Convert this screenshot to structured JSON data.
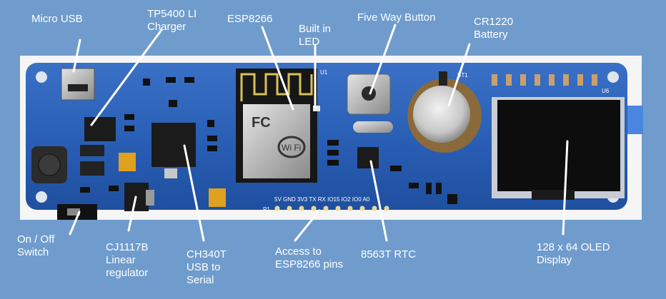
{
  "labels": {
    "micro_usb": "Micro USB",
    "tp5400": "TP5400 LI\nCharger",
    "esp8266": "ESP8266",
    "built_in_led": "Built in\nLED",
    "five_way_button": "Five Way Button",
    "cr1220": "CR1220\nBattery",
    "on_off": "On / Off\nSwitch",
    "cj1117b": "CJ1117B\nLinear\nregulator",
    "ch340t": "CH340T\nUSB to\nSerial",
    "access_pins": "Access to\nESP8266 pins",
    "rtc": "8563T RTC",
    "oled": "128 x 64 OLED\nDisplay"
  },
  "silkscreen": {
    "pin_labels": "5V   GND  3V3  TX   RX IO15 IO2 IO0  A0",
    "header": "P1",
    "u1": "U1",
    "u6": "U6",
    "bt1": "BT1",
    "module_mark": "FC",
    "wifi": "Wi Fi"
  },
  "colors": {
    "background": "#6f9ccc",
    "pcb": "#2a5fb6",
    "label_text": "#ffffff",
    "pointer": "#ffffff"
  }
}
